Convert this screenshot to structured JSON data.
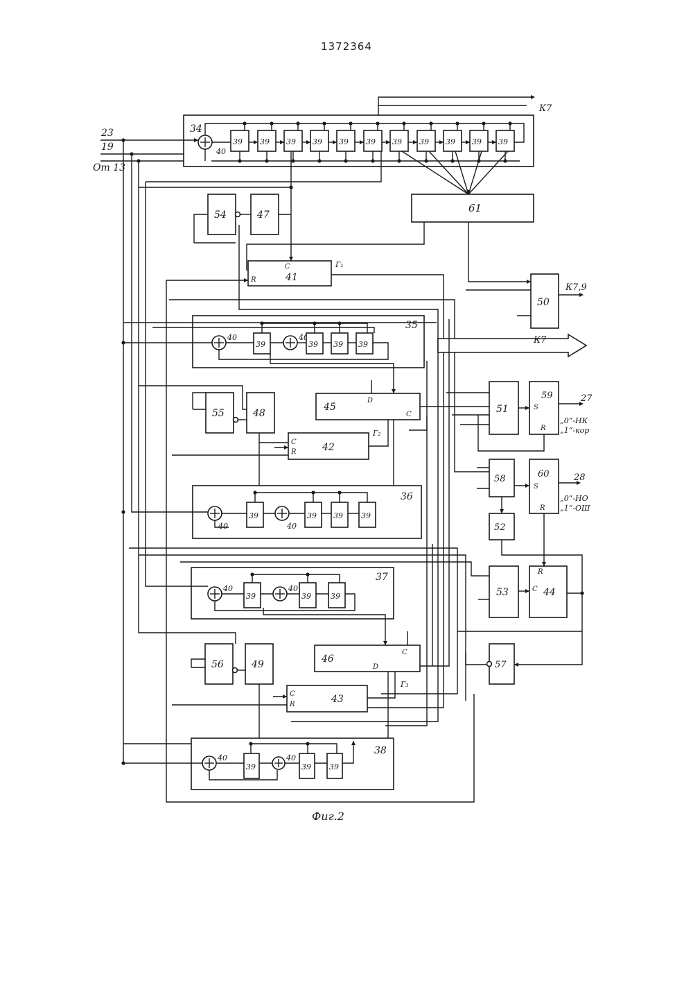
{
  "document": {
    "patent_number": "1372364",
    "figure_caption": "Фиг.2"
  },
  "inputs": {
    "in_23": "23",
    "in_19": "19",
    "in_from13": "От 13"
  },
  "outputs": {
    "k7_top": "К7",
    "k79": "К7,9",
    "k7_bus": "К7",
    "out_27": "27",
    "out_27_legend": "„0“-НК\n„1“-кор",
    "out_28": "28",
    "out_28_legend": "„0“-НО\n„1“-ОШ"
  },
  "blocks": {
    "b34": "34",
    "b35": "35",
    "b36": "36",
    "b37": "37",
    "b38": "38",
    "b41": "41",
    "b42": "42",
    "b43": "43",
    "b44": "44",
    "b45": "45",
    "b46": "46",
    "b47": "47",
    "b48": "48",
    "b49": "49",
    "b50": "50",
    "b51": "51",
    "b52": "52",
    "b53": "53",
    "b54": "54",
    "b55": "55",
    "b56": "56",
    "b57": "57",
    "b58": "58",
    "b59": "59",
    "b60": "60",
    "b61": "61",
    "cell": "39",
    "xor_label": "40"
  },
  "pins": {
    "C": "C",
    "R": "R",
    "D": "D",
    "S": "S",
    "g1": "Г₁",
    "g2": "Г₂",
    "g3": "Г₃"
  }
}
